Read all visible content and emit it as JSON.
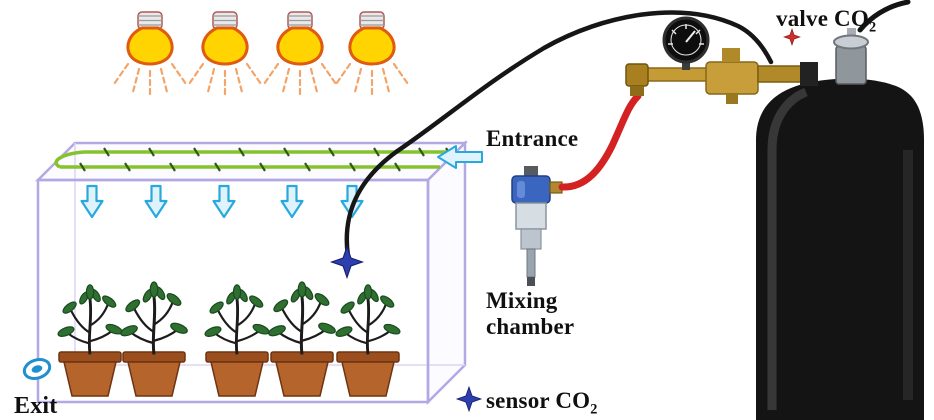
{
  "labels": {
    "entrance": "Entrance",
    "exit": "Exit",
    "mixing_line1": "Mixing",
    "mixing_line2": "chamber",
    "valve_prefix": "valve CO",
    "sensor_prefix": "sensor CO",
    "co2_subscript": "2"
  },
  "components": {
    "heat_lamp_count": 4,
    "plant_count": 5,
    "airflow_arrow_count": 5,
    "tubing": {
      "co2_supply_hose": "red",
      "sensor_cable": "black",
      "distribution_tube": "green"
    }
  },
  "colors": {
    "chamber_outline": "#b4a8e4",
    "arrow_blue": "#29a8df",
    "tube_green": "#85c32e",
    "pot_brown": "#b5652c",
    "plant_green": "#2f6f2f",
    "bulb_yellow": "#ffd400",
    "bulb_outline": "#e05a10",
    "sensor_star_blue": "#2d3fae",
    "valve_star_red": "#d03030",
    "hose_red": "#d42222",
    "cylinder_black": "#141414",
    "brass": "#c49b35",
    "label_text": "#101010"
  }
}
